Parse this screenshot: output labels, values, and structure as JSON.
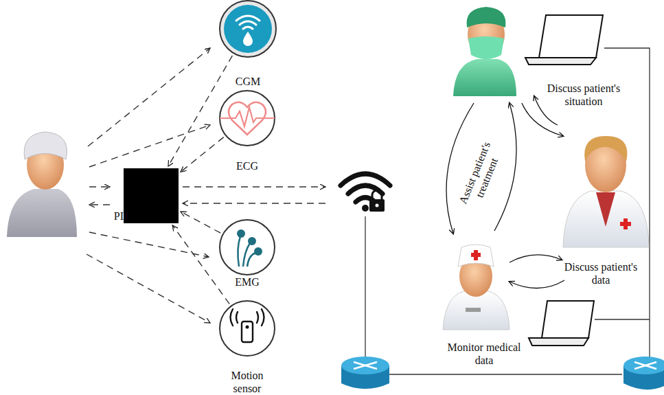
{
  "diagram": {
    "nodes": [
      {
        "text": [
          "CGM"
        ]
      },
      {
        "text": [
          "ECG"
        ]
      },
      {
        "text": [
          "EMG"
        ]
      },
      {
        "text": [
          "Motion sensor"
        ]
      },
      {
        "text": [
          "PI"
        ]
      }
    ],
    "edges": [
      {
        "from": 0,
        "to": 4,
        "arrow": "to"
      },
      {
        "from": 1,
        "to": 4,
        "arrow": "to"
      },
      {
        "from": 2,
        "to": 4,
        "arrow": "to"
      },
      {
        "from": 3,
        "to": 4,
        "arrow": "to"
      }
    ],
    "labels": [
      "Discuss patient's situation",
      "Assist patient's treatment",
      "Discuss patient's data",
      "Monitor medical data"
    ]
  }
}
